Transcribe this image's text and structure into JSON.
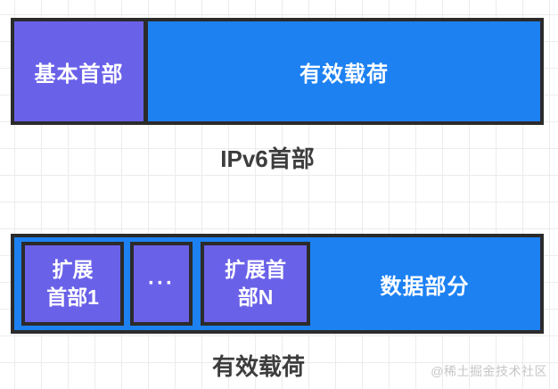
{
  "colors": {
    "purple_fill": "#6a61e9",
    "blue_fill": "#1d81f2",
    "box_border": "#2b2b2b",
    "caption_text": "#3d3d3d",
    "cell_text": "#ffffff",
    "watermark_text": "#c6c6c6",
    "grid_line": "#ececec",
    "background": "#ffffff"
  },
  "top_diagram": {
    "caption": "IPv6首部",
    "cells": [
      {
        "name": "basic-header",
        "label": "基本首部"
      },
      {
        "name": "payload",
        "label": "有效载荷"
      }
    ]
  },
  "bottom_diagram": {
    "caption": "有效载荷",
    "cells": [
      {
        "name": "extension-header-1",
        "label": "扩展\n首部1"
      },
      {
        "name": "ellipsis",
        "label": "···"
      },
      {
        "name": "extension-header-n",
        "label": "扩展首\n部N"
      },
      {
        "name": "data-part",
        "label": "数据部分"
      }
    ]
  },
  "watermark": {
    "text": "@稀土掘金技术社区"
  }
}
